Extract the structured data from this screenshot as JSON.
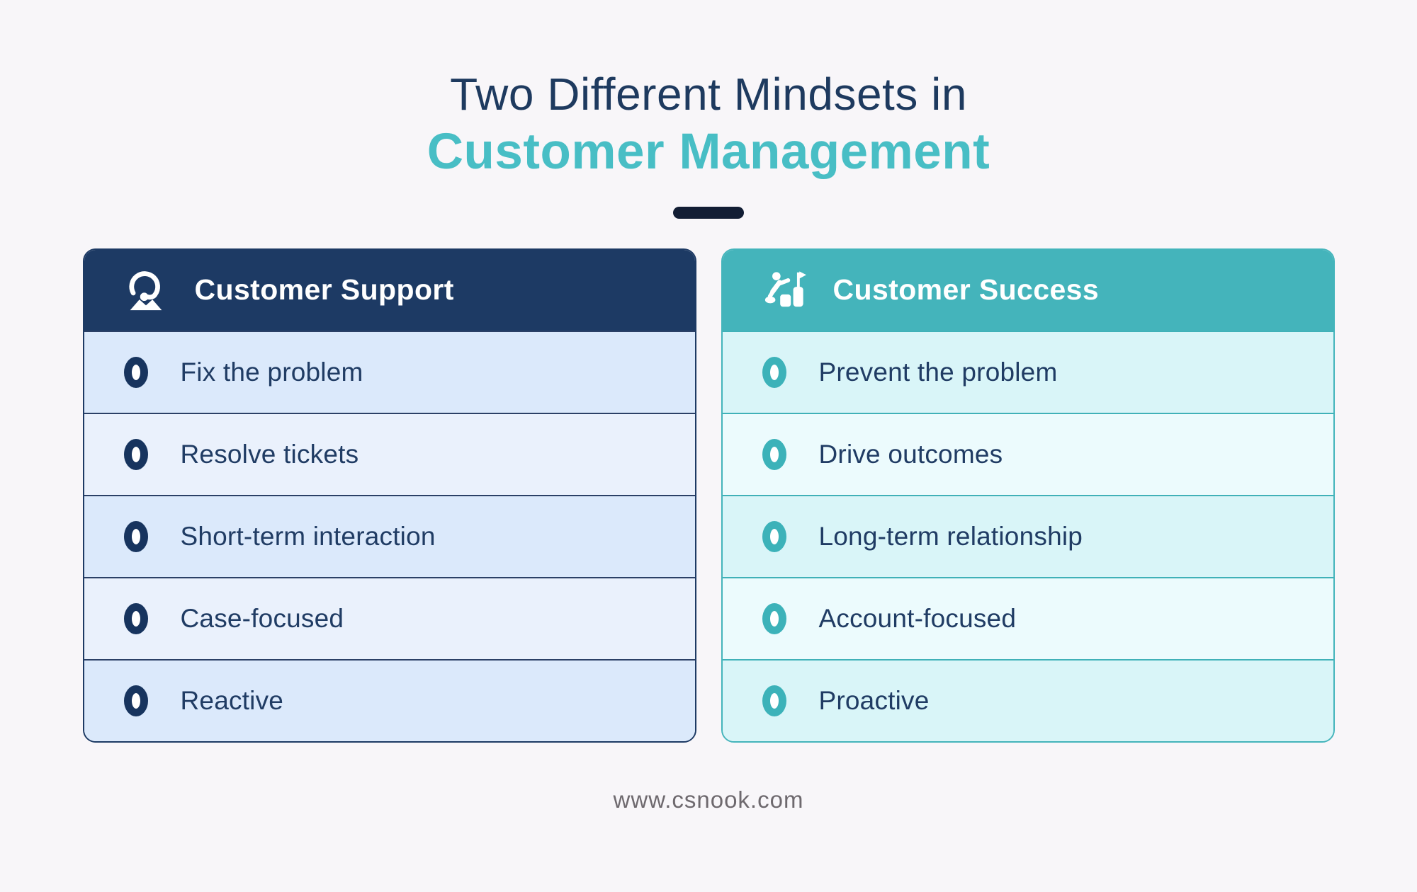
{
  "title": {
    "line1": "Two Different Mindsets in",
    "line2": "Customer Management"
  },
  "columns": [
    {
      "header": "Customer Support",
      "icon": "support-agent-headset-icon",
      "theme_color": "#1d3a64",
      "row_colors": [
        "#dbe9fb",
        "#eaf1fc"
      ],
      "items": [
        "Fix the problem",
        "Resolve tickets",
        "Short-term interaction",
        "Case-focused",
        "Reactive"
      ]
    },
    {
      "header": "Customer Success",
      "icon": "person-climbing-to-flag-icon",
      "theme_color": "#44b4bb",
      "row_colors": [
        "#d9f5f8",
        "#ecfbfd"
      ],
      "items": [
        "Prevent the problem",
        "Drive outcomes",
        "Long-term relationship",
        "Account-focused",
        "Proactive"
      ]
    }
  ],
  "footer": {
    "website": "www.csnook.com"
  },
  "colors": {
    "background": "#f8f6f9",
    "title_navy": "#1e3a5f",
    "title_teal": "#48bec5",
    "dash": "#121d34",
    "navy": "#1d3a64",
    "teal": "#44b4bb",
    "row_text": "#203c64",
    "footer_text": "#6e696e"
  }
}
